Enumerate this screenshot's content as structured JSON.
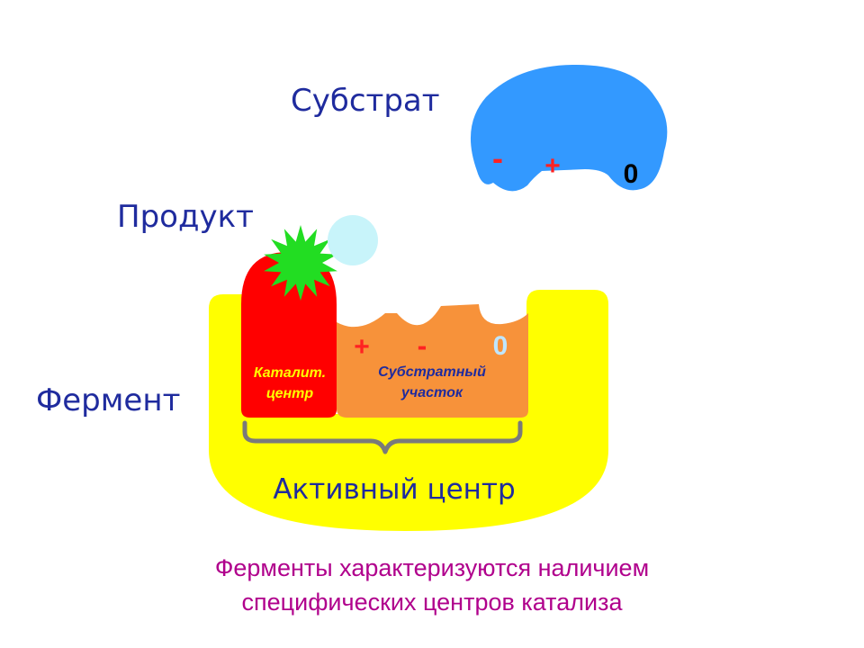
{
  "labels": {
    "substrate": "Субстрат",
    "product": "Продукт",
    "enzyme": "Фермент",
    "active_center": "Активный центр",
    "catalytic_center_line1": "Каталит.",
    "catalytic_center_line2": "центр",
    "substrate_site_line1": "Субстратный",
    "substrate_site_line2": "участок"
  },
  "charges": {
    "substrate": [
      "-",
      "+",
      "0"
    ],
    "site": [
      "+",
      "-",
      "0"
    ]
  },
  "caption": {
    "line1": "Ферменты характеризуются наличием",
    "line2": "специфических центров катализа"
  },
  "colors": {
    "enzyme": "#ffff00",
    "catalytic_center": "#ff0000",
    "substrate_site": "#f7923a",
    "substrate": "#3399ff",
    "product_star": "#22dd22",
    "product_circle": "#c8f4fa",
    "label_text": "#1f2b9e",
    "caption_text": "#b0008c"
  }
}
